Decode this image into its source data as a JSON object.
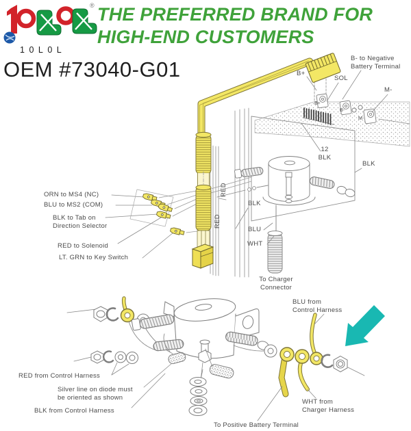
{
  "header": {
    "logo": {
      "brand_text": "10L0L",
      "registered": "®"
    },
    "title": {
      "line1": "THE PREFERRED BRAND FOR",
      "line2": "HIGH-END CUSTOMERS"
    },
    "colors": {
      "title_green": "#3FA23A",
      "logo_red": "#D2232A",
      "logo_green": "#169A44",
      "harness_yellow": "#F3E765",
      "arrow_teal": "#19B8B2"
    }
  },
  "oem_number": "OEM #73040-G01",
  "top_diagram": {
    "labels": {
      "b_neg": "B- to Negative\nBattery Terminal",
      "b_plus": "B+",
      "sol": "SOL",
      "m_minus": "M-",
      "b_plus_small": "B+",
      "b_minus_small": "B-",
      "m_minus_small": "M-",
      "twelve_blk": "12\nBLK",
      "blk_right": "BLK",
      "orn": "ORN to MS4 (NC)",
      "blu_ms2": "BLU to MS2 (COM)",
      "blk_tab": "BLK to Tab on\nDirection Selector",
      "red_solenoid": "RED to Solenoid",
      "lt_grn": "LT. GRN to Key Switch",
      "red_vert1": "RED",
      "red_vert2": "RED",
      "blk_mid": "BLK",
      "blu": "BLU",
      "wht": "WHT",
      "to_charger": "To Charger\nConnector"
    }
  },
  "bottom_diagram": {
    "labels": {
      "blu_from": "BLU from\nControl Harness",
      "red_from": "RED from Control Harness",
      "silver_line": "Silver line on diode must\nbe oriented as shown",
      "blk_from": "BLK from Control Harness",
      "to_positive": "To Positive Battery Terminal",
      "wht_from": "WHT from\nCharger Harness"
    }
  }
}
